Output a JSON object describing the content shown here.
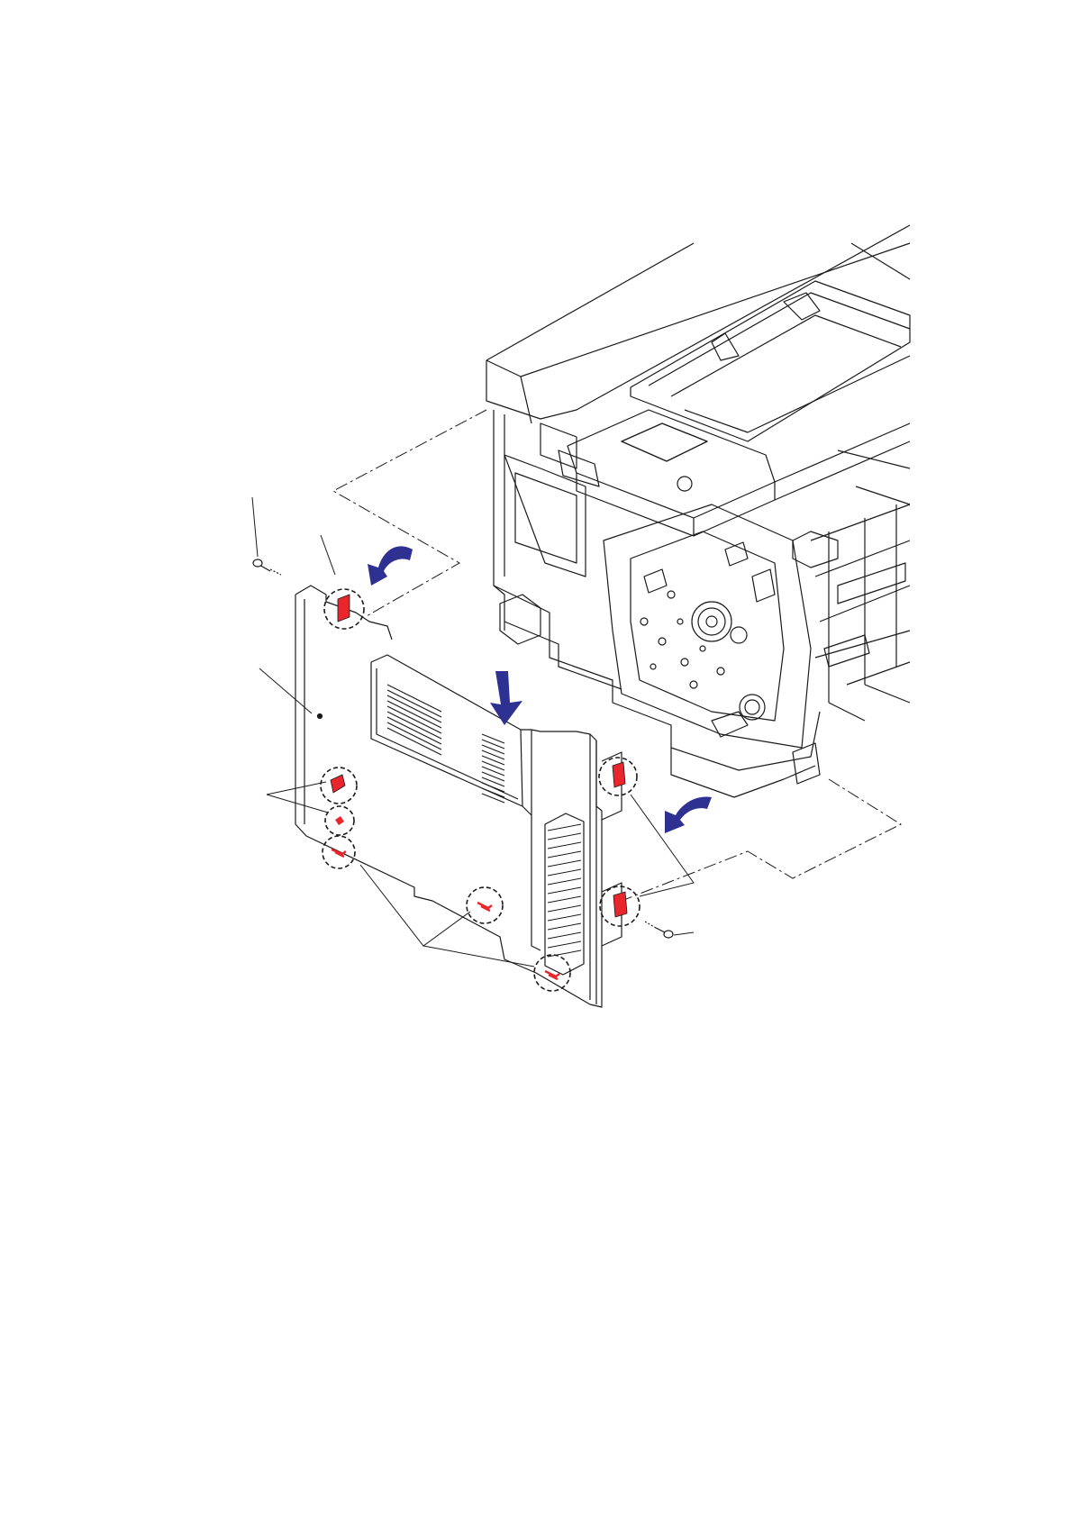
{
  "figure": {
    "subject": "printer-side-cover-removal",
    "colors": {
      "line": "#1a1a1a",
      "highlight": "#e8262c",
      "arrow": "#2e3192",
      "background": "#ffffff"
    },
    "arrows": [
      {
        "name": "arrow-swing-out-top",
        "direction": "curved-left"
      },
      {
        "name": "arrow-slide-down",
        "direction": "down"
      },
      {
        "name": "arrow-swing-out-right",
        "direction": "curved-left"
      }
    ],
    "callouts": [
      {
        "name": "callout-top-hook"
      },
      {
        "name": "callout-left-hooks-upper"
      },
      {
        "name": "callout-left-hooks-lower"
      },
      {
        "name": "callout-bottom-hook-1"
      },
      {
        "name": "callout-bottom-hook-2"
      },
      {
        "name": "callout-right-hook-upper"
      },
      {
        "name": "callout-right-hook-lower"
      }
    ],
    "parts": [
      "screw-top-left",
      "side-cover",
      "screw-right",
      "printer-body"
    ]
  }
}
